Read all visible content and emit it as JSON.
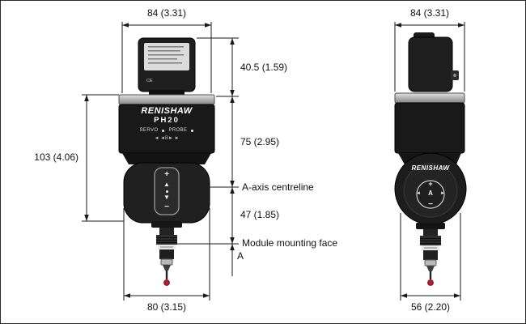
{
  "figure": {
    "type": "technical-dimension-drawing",
    "product": "PH20 probe head",
    "units_note": "mm (in)"
  },
  "views": {
    "front": {
      "dims": {
        "top_width": "84 (3.31)",
        "upper_height": "40.5 (1.59)",
        "mid_height": "75 (2.95)",
        "overall_height": "103 (4.06)",
        "lower_height": "47 (1.85)",
        "bottom_width": "80 (3.15)",
        "stylus_dim": "A"
      },
      "labels": {
        "a_axis_centreline": "A-axis centreline",
        "module_mounting_face": "Module mounting face"
      },
      "device": {
        "brand": "RENISHAW",
        "model": "PH20",
        "led_servo": "SERVO",
        "led_probe": "PROBE",
        "b_axis_marks": "◄ ◄B► ►",
        "ce_mark": "CE",
        "panel": {
          "plus": "+",
          "up": "▲",
          "down": "▼",
          "minus": "−"
        }
      }
    },
    "side": {
      "dims": {
        "top_width": "84 (3.31)",
        "bottom_width": "56 (2.20)"
      },
      "device": {
        "brand": "RENISHAW",
        "dial": {
          "letter": "A",
          "plus": "+",
          "minus": "−",
          "left": "◄",
          "right": "►"
        }
      }
    }
  },
  "colors": {
    "device_black": "#1b1b1b",
    "silver_ring": "#b9b9b9",
    "ruby_red": "#c2182e",
    "dimension_line": "#1a1a1a",
    "panel_outline": "#9a9a9a",
    "background": "#ffffff"
  }
}
